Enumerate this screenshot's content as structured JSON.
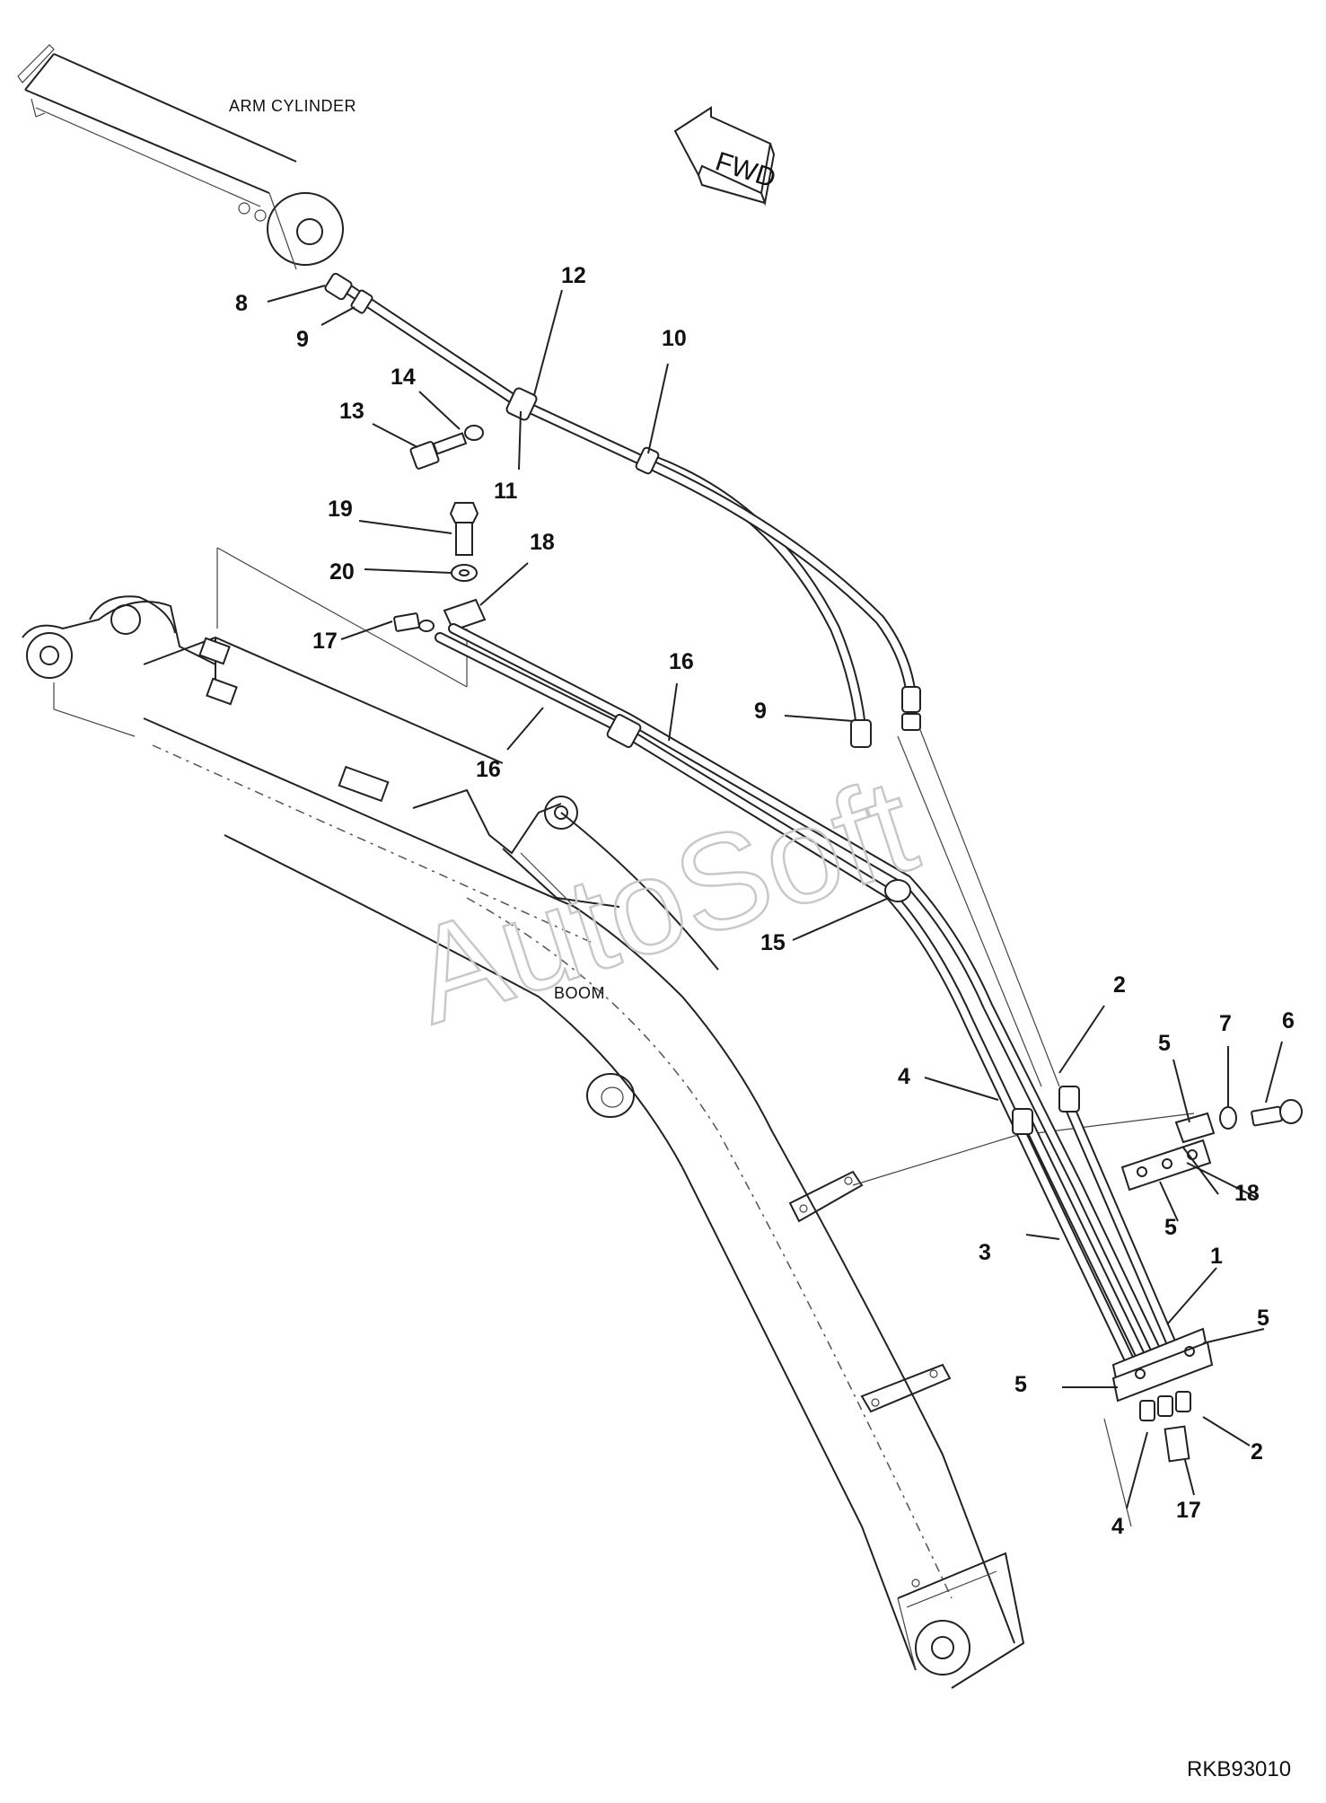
{
  "captions": {
    "arm_cylinder": "ARM CYLINDER",
    "boom": "BOOM",
    "fwd": "FWD",
    "drawing_code": "RKB93010",
    "watermark": "AutoSoft"
  },
  "callouts": {
    "c1": "1",
    "c2a": "2",
    "c2b": "2",
    "c3": "3",
    "c4a": "4",
    "c4b": "4",
    "c5a": "5",
    "c5b": "5",
    "c5c": "5",
    "c5d": "5",
    "c6": "6",
    "c7": "7",
    "c8": "8",
    "c9a": "9",
    "c9b": "9",
    "c10": "10",
    "c11": "11",
    "c12": "12",
    "c13": "13",
    "c14": "14",
    "c15": "15",
    "c16a": "16",
    "c16b": "16",
    "c17a": "17",
    "c17b": "17",
    "c18a": "18",
    "c18b": "18",
    "c19": "19",
    "c20": "20"
  }
}
